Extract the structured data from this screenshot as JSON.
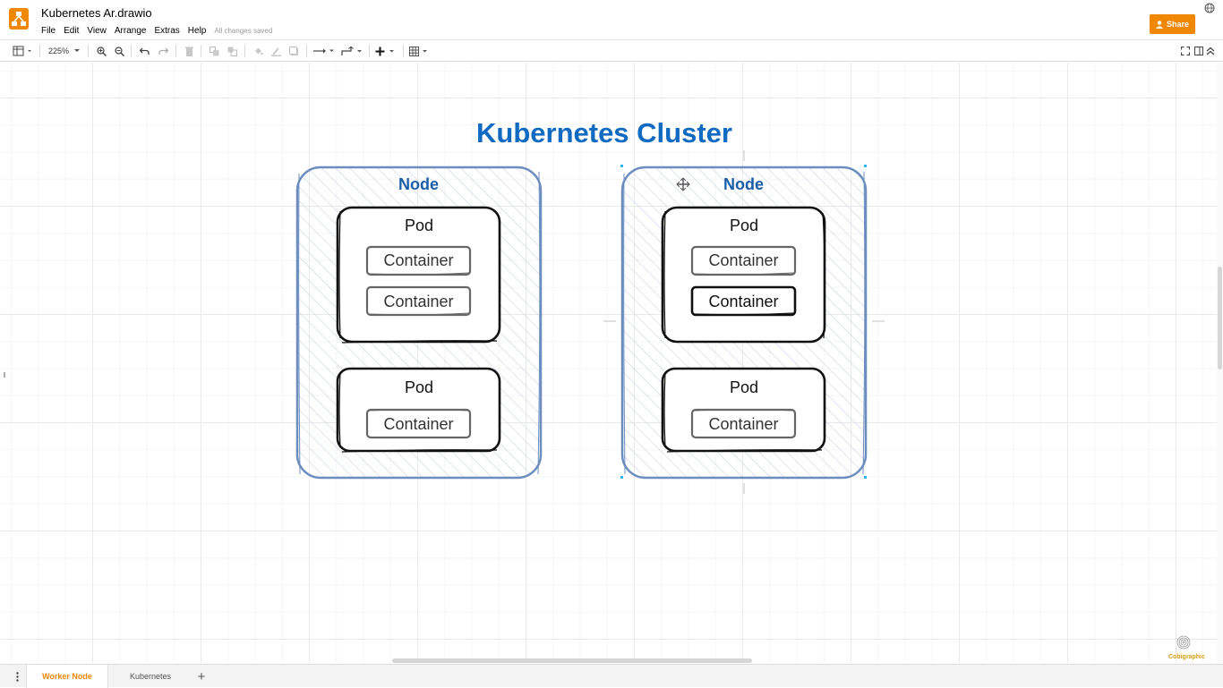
{
  "app": {
    "file_title": "Kubernetes Ar.drawio",
    "save_status": "All changes saved",
    "share_label": "Share",
    "accent_color": "#f08705"
  },
  "menu": {
    "items": [
      "File",
      "Edit",
      "View",
      "Arrange",
      "Extras",
      "Help"
    ]
  },
  "toolbar": {
    "zoom": "225%",
    "icons": [
      "format-panel-icon",
      "zoom-in-icon",
      "zoom-out-icon",
      "undo-icon",
      "redo-icon",
      "delete-icon",
      "to-front-icon",
      "to-back-icon",
      "fill-color-icon",
      "line-color-icon",
      "shadow-icon",
      "connection-icon",
      "waypoints-icon",
      "insert-icon",
      "table-icon",
      "fullscreen-icon",
      "panel-toggle-icon",
      "collapse-icon"
    ]
  },
  "diagram": {
    "title": "Kubernetes Cluster",
    "title_color": "#0f6ac2",
    "node_border_color": "#6c8ebf",
    "nodes": [
      {
        "label": "Node",
        "pods": [
          {
            "label": "Pod",
            "containers": [
              "Container",
              "Container"
            ]
          },
          {
            "label": "Pod",
            "containers": [
              "Container"
            ]
          }
        ]
      },
      {
        "label": "Node",
        "pods": [
          {
            "label": "Pod",
            "containers": [
              "Container",
              "Container"
            ]
          },
          {
            "label": "Pod",
            "containers": [
              "Container"
            ]
          }
        ]
      }
    ]
  },
  "watermark": {
    "text": "Cobigraphic"
  },
  "tabs": {
    "items": [
      {
        "label": "Worker Node",
        "active": true
      },
      {
        "label": "Kubernetes",
        "active": false
      }
    ],
    "add_label": "+"
  }
}
